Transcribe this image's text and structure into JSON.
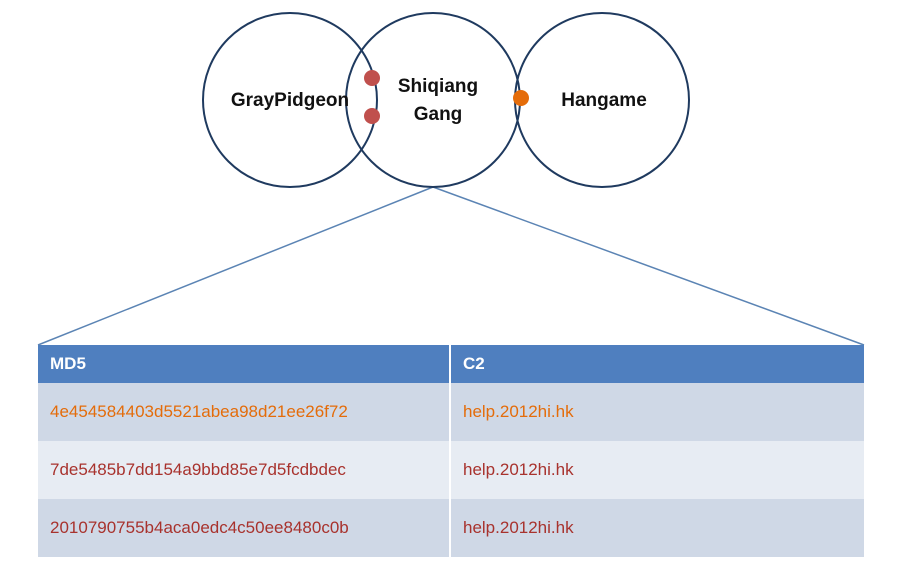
{
  "diagram": {
    "circles": [
      {
        "id": "graypidgeon",
        "label": "GrayPidgeon"
      },
      {
        "id": "shiqiang",
        "label_lines": [
          "Shiqiang",
          "Gang"
        ]
      },
      {
        "id": "hangame",
        "label": "Hangame"
      }
    ],
    "markers": [
      {
        "name": "overlap-marker-1",
        "color": "#c0504d"
      },
      {
        "name": "overlap-marker-2",
        "color": "#c0504d"
      },
      {
        "name": "overlap-marker-3",
        "color": "#e46c0a"
      }
    ]
  },
  "table": {
    "headers": [
      "MD5",
      "C2"
    ],
    "rows": [
      {
        "md5": "4e454584403d5521abea98d21ee26f72",
        "c2": "help.2012hi.hk",
        "color": "#e46c0a"
      },
      {
        "md5": "7de5485b7dd154a9bbd85e7d5fcdbdec",
        "c2": "help.2012hi.hk",
        "color": "#a8322d"
      },
      {
        "md5": "2010790755b4aca0edc4c50ee8480c0b",
        "c2": "help.2012hi.hk",
        "color": "#a8322d"
      }
    ]
  }
}
